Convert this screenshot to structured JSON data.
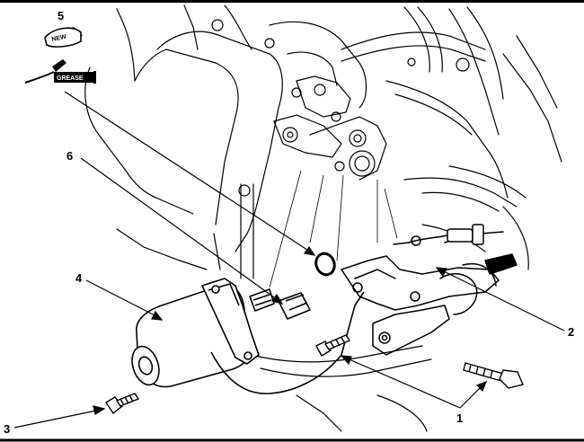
{
  "callouts": {
    "c1": "1",
    "c2": "2",
    "c3": "3",
    "c4": "4",
    "c5": "5",
    "c6": "6"
  },
  "icons": {
    "new_part_label": "NEW",
    "grease_label": "GREASE"
  }
}
